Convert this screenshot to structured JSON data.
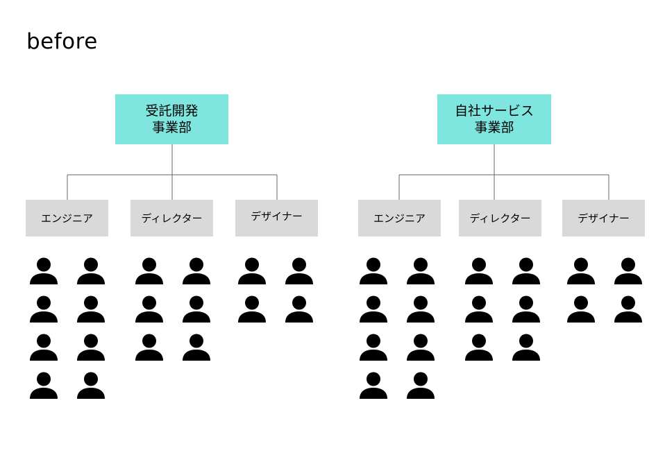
{
  "title": "before",
  "colors": {
    "department": "#7fe6df",
    "role": "#d9d9d9",
    "line": "#666666",
    "person": "#000000"
  },
  "departments": [
    {
      "name": "受託開発\n事業部",
      "roles": [
        {
          "label": "エンジニア",
          "members": 8
        },
        {
          "label": "ディレクター",
          "members": 6
        },
        {
          "label": "デザイナー",
          "members": 4
        }
      ]
    },
    {
      "name": "自社サービス\n事業部",
      "roles": [
        {
          "label": "エンジニア",
          "members": 8
        },
        {
          "label": "ディレクター",
          "members": 6
        },
        {
          "label": "デザイナー",
          "members": 4
        }
      ]
    }
  ],
  "icons": {
    "member": "person-icon"
  }
}
